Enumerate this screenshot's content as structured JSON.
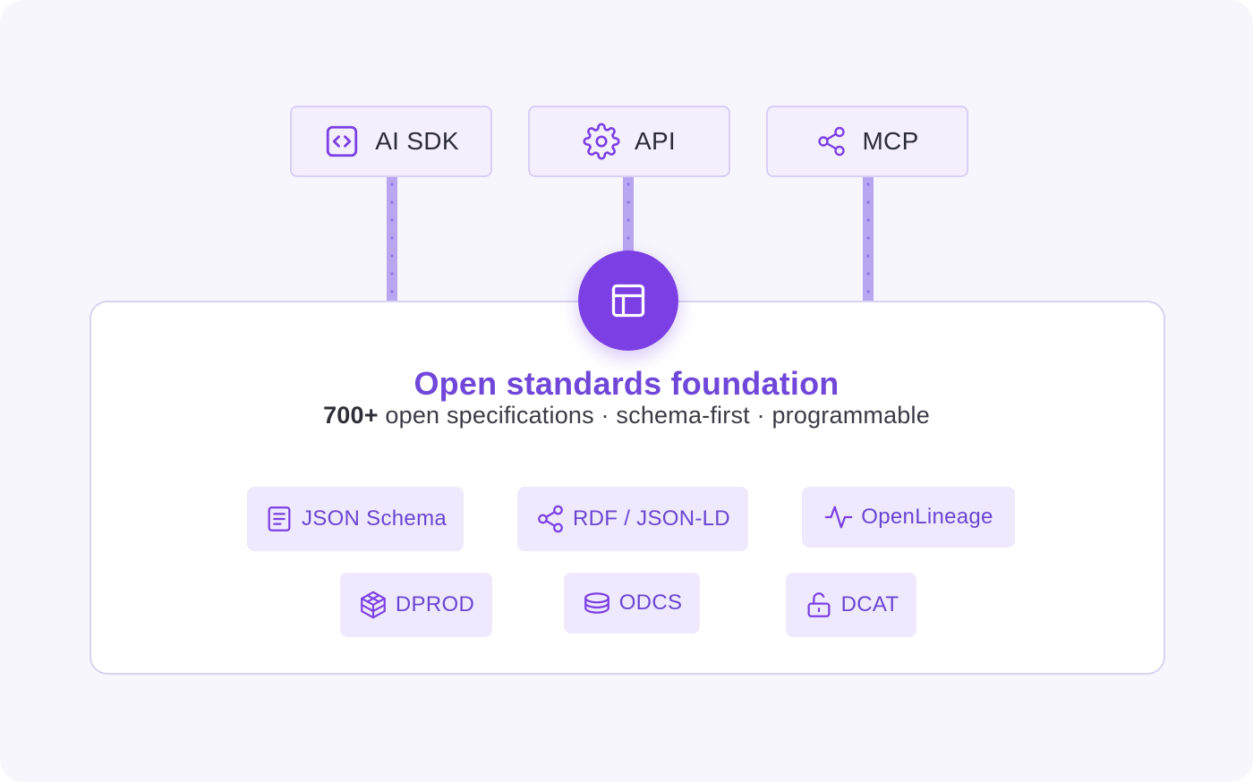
{
  "integrations": [
    {
      "label": "AI SDK",
      "icon": "code-icon"
    },
    {
      "label": "API",
      "icon": "gear-icon"
    },
    {
      "label": "MCP",
      "icon": "share-icon"
    }
  ],
  "hub": {
    "icon": "layout-icon"
  },
  "foundation": {
    "title": "Open standards foundation",
    "subtitle_count": "700+",
    "subtitle_rest": " open specifications · schema-first · programmable"
  },
  "standards": [
    {
      "label": "JSON Schema",
      "icon": "document-icon"
    },
    {
      "label": "RDF / JSON-LD",
      "icon": "share-icon"
    },
    {
      "label": "OpenLineage",
      "icon": "activity-icon"
    },
    {
      "label": "DPROD",
      "icon": "package-icon"
    },
    {
      "label": "ODCS",
      "icon": "database-icon"
    },
    {
      "label": "DCAT",
      "icon": "unlock-icon"
    }
  ],
  "colors": {
    "accent": "#7b3fe4",
    "title": "#7047d9",
    "chip_text": "#6a45d3",
    "chip_bg": "#efe9fd",
    "card_bg": "#f4effd",
    "card_border": "#d9cff5",
    "connector": "#b8a6f1",
    "panel_border": "#d9d3ef",
    "background": "#f6f6fc"
  }
}
